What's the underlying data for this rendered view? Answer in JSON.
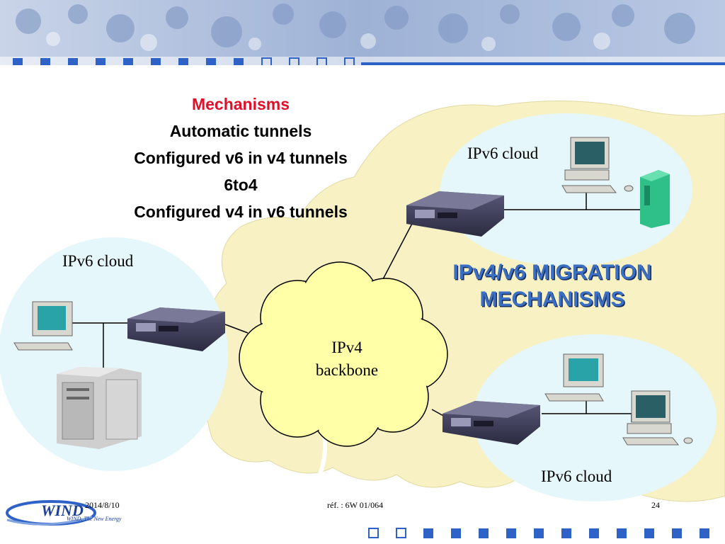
{
  "mechanisms": {
    "heading": "Mechanisms",
    "items": [
      "Automatic tunnels",
      "Configured v6 in v4 tunnels",
      "6to4",
      "Configured v4 in v6 tunnels"
    ]
  },
  "clouds": {
    "top_right": "IPv6 cloud",
    "left": "IPv6 cloud",
    "bottom_right": "IPv6 cloud"
  },
  "backbone": {
    "line1": "IPv4",
    "line2": "backbone"
  },
  "migration_title": {
    "line1": "IPv4/v6 MIGRATION",
    "line2": "MECHANISMS"
  },
  "footer": {
    "date": "2014/8/10",
    "ref": "réf. : 6W 01/064",
    "page": "24"
  },
  "logo": {
    "text": "WIND",
    "tagline": "WIND, The New Energy"
  },
  "colors": {
    "heading_red": "#e0102a",
    "title_blue": "#3a6fc4",
    "cloud_fill": "#e6f7fb",
    "backbone_fill": "#ffffa8",
    "map_fill": "#f7f1c4",
    "banner_blue": "#2f62c6"
  }
}
